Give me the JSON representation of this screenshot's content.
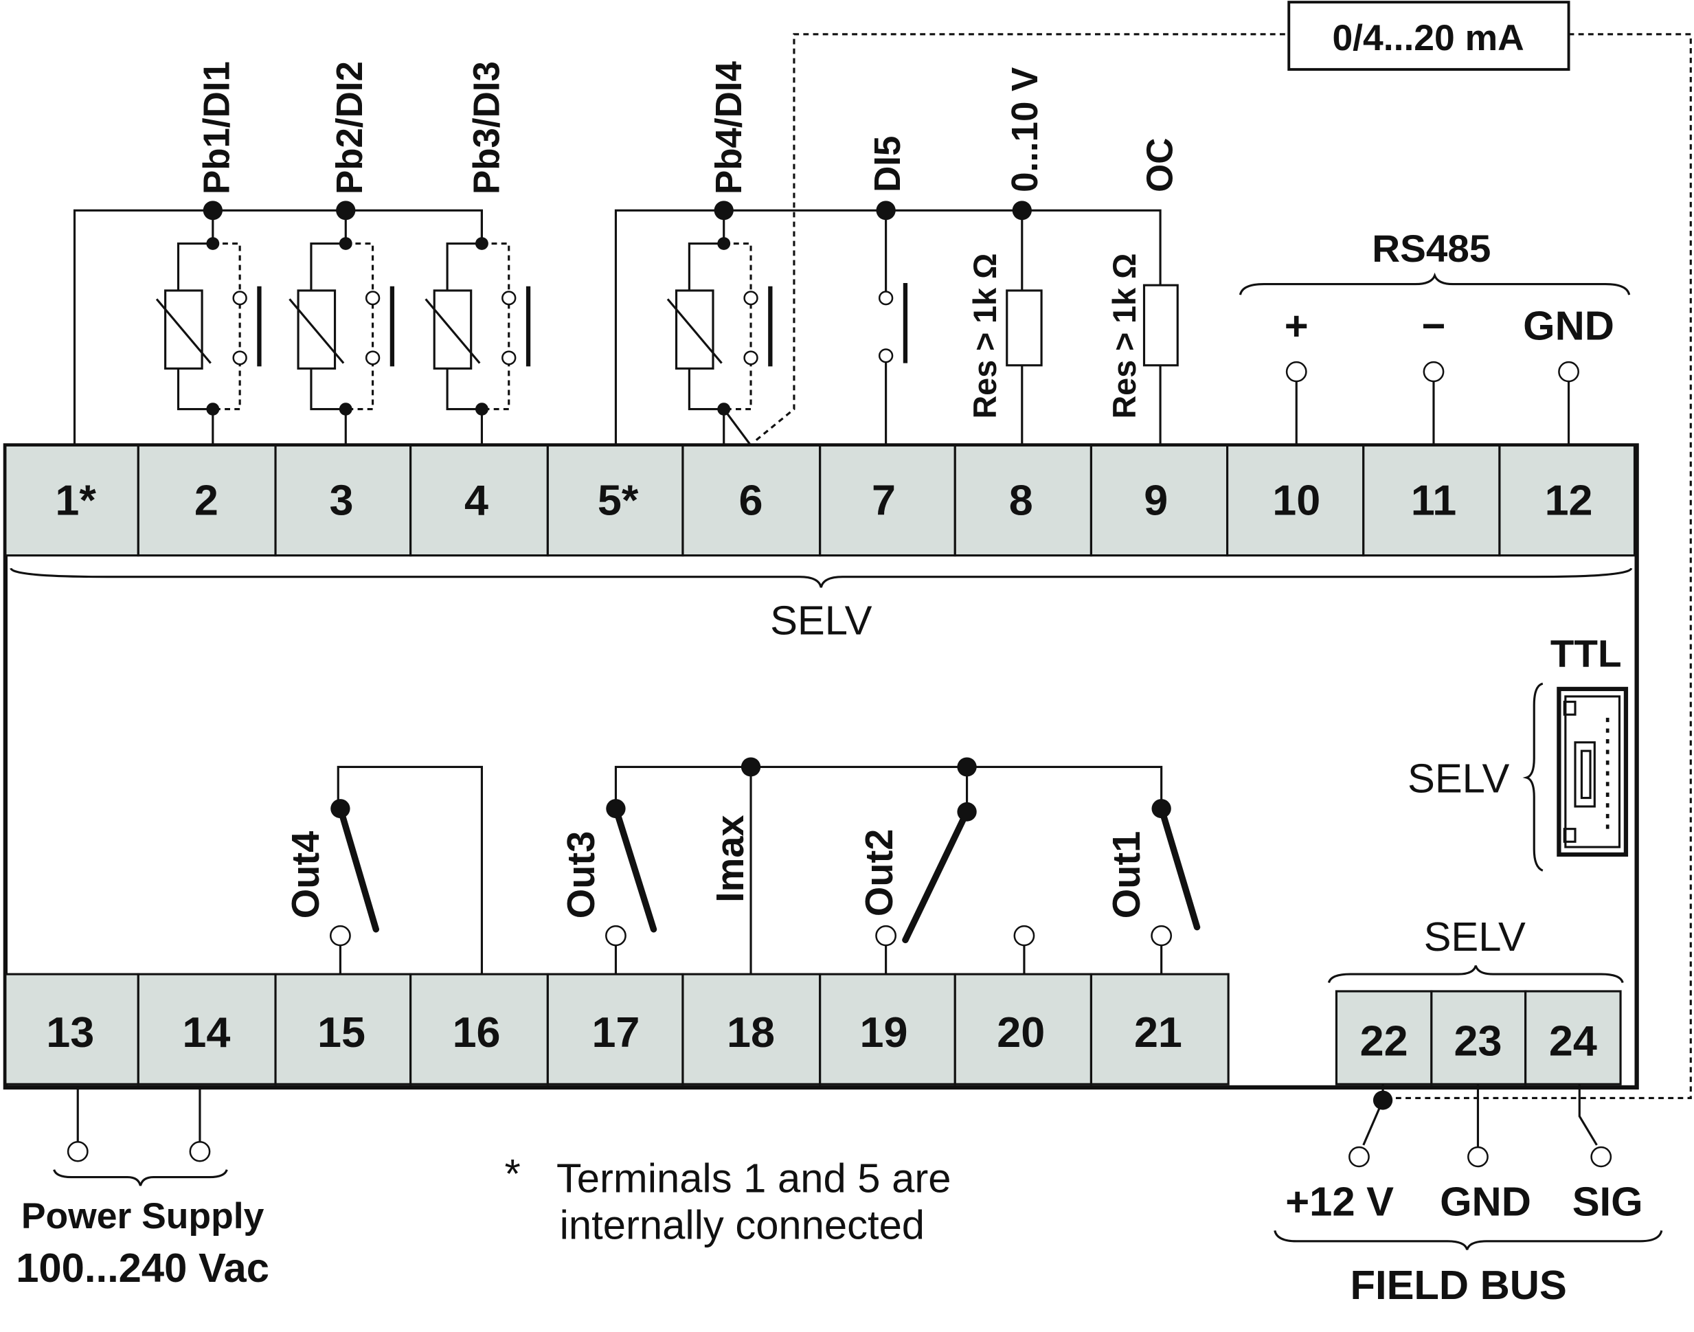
{
  "top_terminals": [
    "1*",
    "2",
    "3",
    "4",
    "5*",
    "6",
    "7",
    "8",
    "9",
    "10",
    "11",
    "12"
  ],
  "bottom_terminals": [
    "13",
    "14",
    "15",
    "16",
    "17",
    "18",
    "19",
    "20",
    "21"
  ],
  "fieldbus_terminals": [
    "22",
    "23",
    "24"
  ],
  "inputs": {
    "pb1": "Pb1/DI1",
    "pb2": "Pb2/DI2",
    "pb3": "Pb3/DI3",
    "pb4": "Pb4/DI4",
    "di5": "DI5",
    "v010": "0...10 V",
    "oc": "OC",
    "res1": "Res > 1k Ω",
    "res2": "Res > 1k Ω"
  },
  "current_loop": "0/4...20 mA",
  "rs485": {
    "title": "RS485",
    "plus": "+",
    "minus": "−",
    "gnd": "GND"
  },
  "selv_main": "SELV",
  "ttl": {
    "title": "TTL",
    "selv": "SELV"
  },
  "outputs": {
    "out4": "Out4",
    "out3": "Out3",
    "imax": "Imax",
    "out2": "Out2",
    "out1": "Out1"
  },
  "fieldbus": {
    "selv": "SELV",
    "v12": "+12 V",
    "gnd": "GND",
    "sig": "SIG",
    "title": "FIELD BUS"
  },
  "power": {
    "line1": "Power Supply",
    "line2": "100...240 Vac"
  },
  "footnote": {
    "star": "*",
    "line1": "Terminals 1 and 5 are",
    "line2": "internally connected"
  }
}
